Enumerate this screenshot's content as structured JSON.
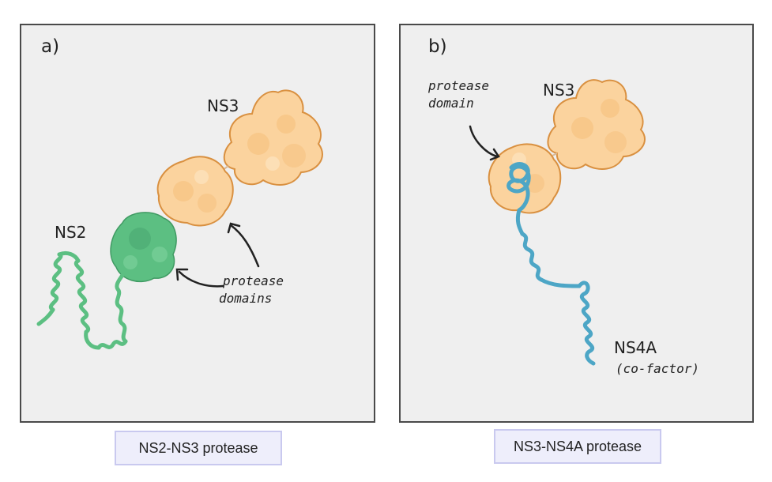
{
  "panel_a": {
    "letter": "a)",
    "ns3_label": "NS3",
    "ns2_label": "NS2",
    "annotation_line1": "protease",
    "annotation_line2": "domains",
    "caption": "NS2-NS3 protease"
  },
  "panel_b": {
    "letter": "b)",
    "annotation_line1": "protease",
    "annotation_line2": "domain",
    "ns3_label": "NS3",
    "ns4a_label": "NS4A",
    "cofactor_label": "(co-factor)",
    "caption": "NS3-NS4A protease"
  },
  "colors": {
    "panel_background": "#efefef",
    "panel_border": "#4a4a4a",
    "ns3_fill": "#fbd39e",
    "ns3_outline": "#d99040",
    "ns2_green": "#5cbf82",
    "ns4a_blue": "#4da6c6",
    "caption_fill": "#eeeefb",
    "caption_border": "#c9c9ef"
  }
}
